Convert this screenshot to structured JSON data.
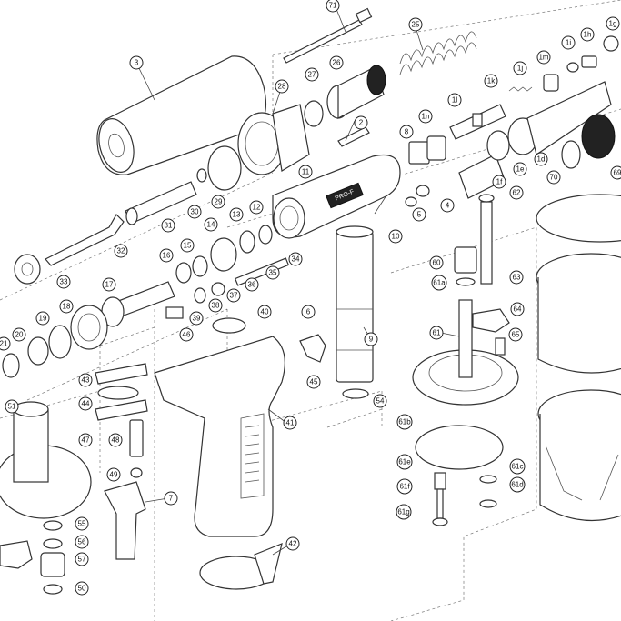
{
  "brand_logo_text": "PRO-F",
  "callouts": [
    "71",
    "25",
    "3",
    "27",
    "26",
    "28",
    "1g",
    "1i",
    "1h",
    "1m",
    "1j",
    "1k",
    "1l",
    "1n",
    "2",
    "8",
    "1e",
    "1d",
    "69",
    "70",
    "1f",
    "11",
    "29",
    "30",
    "31",
    "32",
    "12",
    "13",
    "14",
    "15",
    "16",
    "33",
    "34",
    "35",
    "36",
    "37",
    "38",
    "10",
    "5",
    "4",
    "62",
    "63",
    "60",
    "61a",
    "64",
    "65",
    "61",
    "9",
    "6",
    "40",
    "39",
    "46",
    "45",
    "41",
    "17",
    "18",
    "19",
    "20",
    "21",
    "43",
    "44",
    "47",
    "48",
    "49",
    "51",
    "7",
    "55",
    "56",
    "57",
    "54",
    "61b",
    "61e",
    "61f",
    "61g",
    "61c",
    "61d",
    "42",
    "50"
  ]
}
